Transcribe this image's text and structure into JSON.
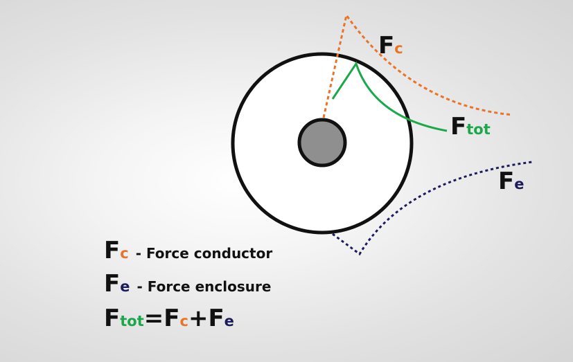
{
  "colors": {
    "conductor_force": "#e8742a",
    "enclosure_force": "#1c1c5c",
    "total_force": "#1aa84a",
    "outline": "#111111",
    "conductor_fill": "#8f8f8f",
    "enclosure_fill": "#ffffff"
  },
  "labels": {
    "force_letter": "F",
    "conductor_sub": "c",
    "enclosure_sub": "e",
    "total_sub": "tot",
    "equals": "=",
    "plus": "+"
  },
  "legend": {
    "conductor_desc": "- Force conductor",
    "enclosure_desc": "- Force enclosure"
  }
}
